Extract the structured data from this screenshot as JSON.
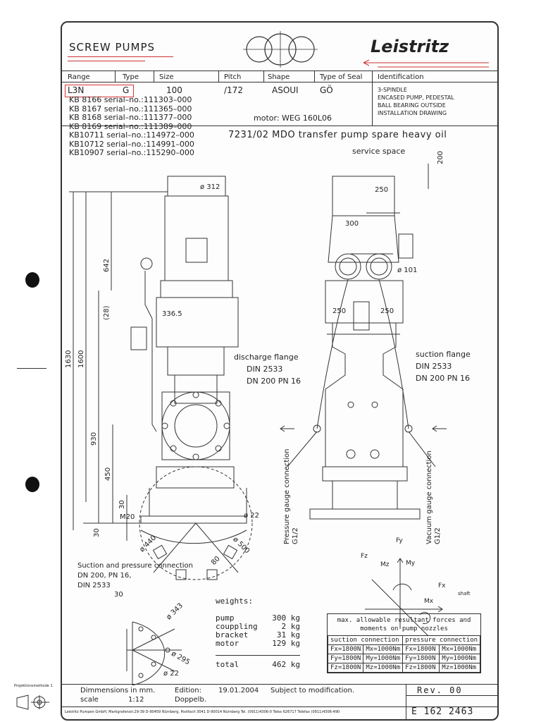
{
  "header": {
    "title": "SCREW PUMPS",
    "brand": "Leistritz",
    "columns": [
      "Range",
      "Type",
      "Size",
      "Pitch",
      "Shape",
      "Type of Seal",
      "Identification"
    ],
    "values": {
      "range": "L3N",
      "type": "G",
      "size": "100",
      "pitch": "/172",
      "shape": "ASOUI",
      "seal": "GÖ"
    },
    "identification": [
      "3-SPINDLE",
      "ENCASED PUMP, PEDESTAL",
      "BALL BEARING OUTSIDE",
      "INSTALLATION DRAWING"
    ],
    "motor": "motor:  WEG  160L06"
  },
  "serials": [
    "KB  8166  serial–no.:111303–000",
    "KB  8167  serial–no.:111365–000",
    "KB  8168  serial–no.:111377–000",
    "KB  8169  serial–no.:111389–000",
    "KB10711  serial–no.:114972–000",
    "KB10712  serial–no.:114991–000",
    "KB10907  serial–no.:115290–000"
  ],
  "subtitle": "7231/02 MDO transfer pump spare heavy oil",
  "drawing": {
    "service_space": "service space",
    "dims": {
      "d312": "ø 312",
      "d250a": "250",
      "d200": "200",
      "d300": "300",
      "d101": "ø 101",
      "d250b": "250",
      "d250c": "250",
      "d642": "642",
      "d28": "(28)",
      "d3365": "336.5",
      "d1630": "1630",
      "d1600": "1600",
      "d930": "930",
      "d450": "450",
      "d30a": "30",
      "d30b": "30",
      "m20": "M20",
      "d22": "ø 22",
      "d440": "ø 440",
      "d500": "ø 500",
      "d80": "80",
      "d30c": "30",
      "d343": "ø 343",
      "d295": "ø 295",
      "d22b": "ø 22"
    },
    "discharge": [
      "discharge flange",
      "DIN 2533",
      "DN 200 PN 16"
    ],
    "suction": [
      "suction flange",
      "DIN 2533",
      "DN 200 PN 16"
    ],
    "pressure_gauge": [
      "Pressure gauge connection",
      "G1/2"
    ],
    "vacuum_gauge": [
      "Vacuum gauge connection",
      "G1/2"
    ],
    "connection_note": [
      "Suction and pressure connection",
      "DN 200, PN 16,",
      "DIN 2533"
    ],
    "axes": {
      "fy": "Fy",
      "fz": "Fz",
      "mz": "Mz",
      "my": "My",
      "fx": "Fx",
      "mx": "Mx",
      "shaft": "shaft"
    }
  },
  "weights": {
    "title": "weights:",
    "rows": [
      {
        "label": "pump",
        "value": "300 kg"
      },
      {
        "label": "couppling",
        "value": "2 kg"
      },
      {
        "label": "bracket",
        "value": "31 kg"
      },
      {
        "label": "motor",
        "value": "129 kg"
      }
    ],
    "total_label": "total",
    "total_value": "462 kg"
  },
  "forces": {
    "title": [
      "max. allowable resultant forces and",
      "moments on pump nozzles"
    ],
    "suction_head": "suction connection",
    "pressure_head": "pressure connection",
    "rows": [
      [
        "Fx=1800N",
        "Mx=1000Nm",
        "Fx=1800N",
        "Mx=1000Nm"
      ],
      [
        "Fy=1800N",
        "My=1000Nm",
        "Fy=1800N",
        "My=1000Nm"
      ],
      [
        "Fz=1800N",
        "Mz=1000Nm",
        "Fz=1800N",
        "Mz=1000Nm"
      ]
    ]
  },
  "footer": {
    "dim_label": "Dimmensions in mm.",
    "scale_label": "scale",
    "scale_value": "1:12",
    "edition_label": "Edition:",
    "edition_value": "19.01.2004",
    "doppelb": "Doppelb.",
    "modification": "Subject to modification.",
    "rev": "Rev.  00",
    "doc_no": "E  162  2463",
    "address": "Leistritz Pumpen GmbH, Markgrafenstr.29-39  D-90459 Nürnberg, Postfach 3041  D-90014 Nürnberg  Tel. (0911)4306-0 Telex 626717 Telefax (0911)4306-490",
    "projection": "Projektionsmethode 1"
  }
}
